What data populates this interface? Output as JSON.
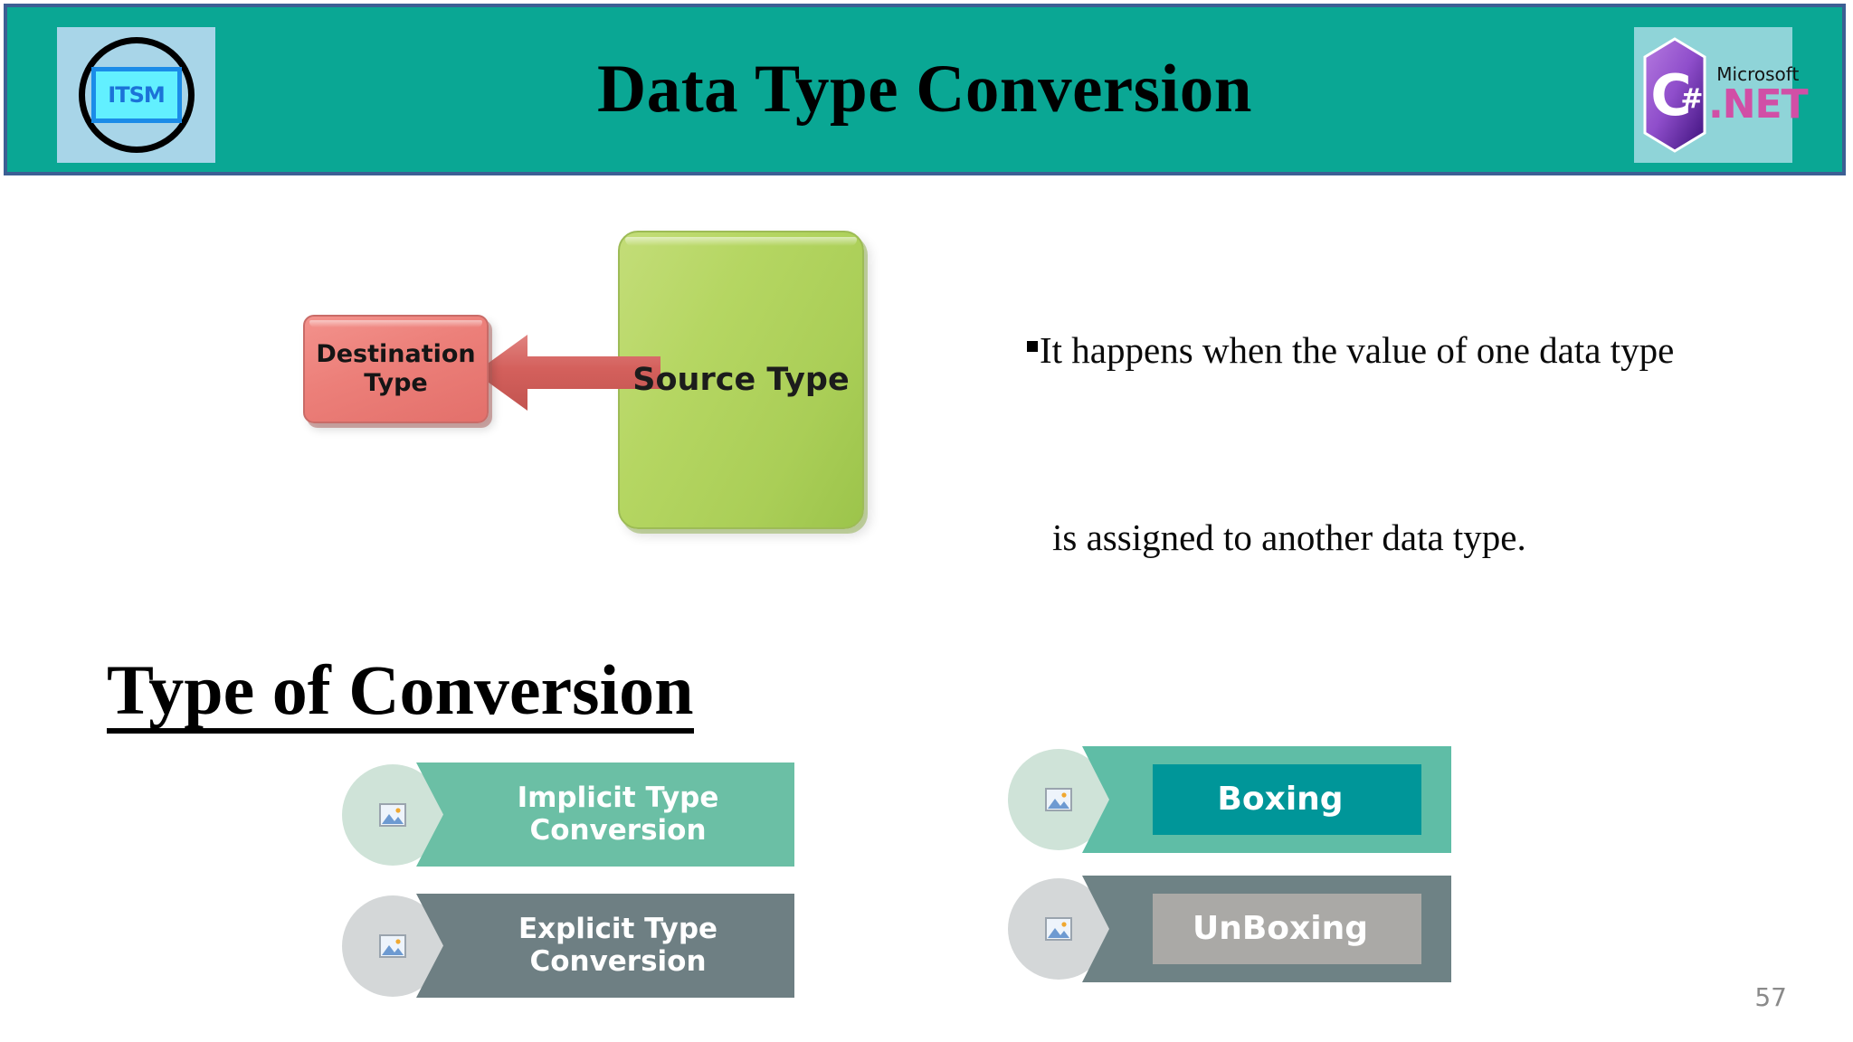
{
  "slide": {
    "page_number": "57",
    "background_color": "#ffffff"
  },
  "header": {
    "title": "Data Type Conversion",
    "band_color": "#0aa794",
    "border_color": "#3c5f94",
    "left_logo": {
      "name": "ITSM",
      "text": "ITSM",
      "plate_color": "#62f0ff",
      "background_color": "#a8d5e8"
    },
    "right_logo": {
      "brand_top": "Microsoft",
      "brand_main": ".NET",
      "hex_mark": "C#",
      "background_color": "#8fd4d8",
      "hex_color": "#9b4fd0",
      "accent_color": "#d14fa6"
    }
  },
  "diagram": {
    "source_box": {
      "label": "Source Type",
      "color": "#b0d45f"
    },
    "destination_box": {
      "label": "Destination Type",
      "line1": "Destination",
      "line2": "Type",
      "color": "#ec7f79"
    },
    "arrow": {
      "direction": "left",
      "color": "#d4605c"
    }
  },
  "body": {
    "bullet": "▪",
    "line1": "It happens when the value of one data type",
    "line2": "is assigned to another data type."
  },
  "section": {
    "heading": "Type of Conversion"
  },
  "conversion_types": {
    "left_column": [
      {
        "label": "Implicit Type Conversion",
        "line1": "Implicit Type",
        "line2": "Conversion",
        "banner_color": "#6bbfa5",
        "circle_color": "#cfe3d8",
        "icon": "image-placeholder-icon"
      },
      {
        "label": "Explicit Type Conversion",
        "line1": "Explicit Type",
        "line2": "Conversion",
        "banner_color": "#6e7f83",
        "circle_color": "#d4d7d8",
        "icon": "image-placeholder-icon"
      }
    ],
    "right_column": [
      {
        "label": "Boxing",
        "line1": "Boxing",
        "line2": "",
        "banner_color": "#5fbda6",
        "inner_color": "#009699",
        "circle_color": "#cfe3d8",
        "icon": "image-placeholder-icon"
      },
      {
        "label": "UnBoxing",
        "line1": "UnBoxing",
        "line2": "",
        "banner_color": "#6e8285",
        "inner_color": "#aaa9a6",
        "circle_color": "#d4d7d8",
        "icon": "image-placeholder-icon"
      }
    ]
  }
}
